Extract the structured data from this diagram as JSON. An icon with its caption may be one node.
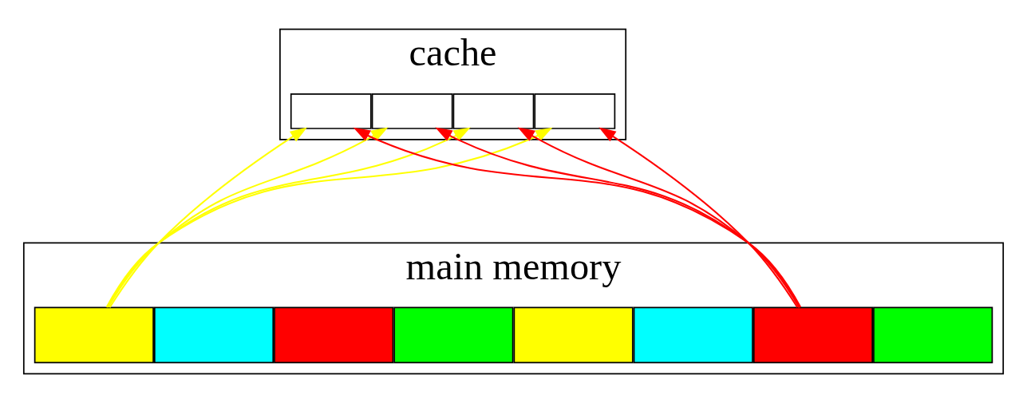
{
  "diagram": {
    "nodes": [
      {
        "text": [
          "cache"
        ]
      },
      {
        "text": [],
        "shape": "box",
        "in": 0
      },
      {
        "text": [],
        "shape": "box",
        "in": 0
      },
      {
        "text": [],
        "shape": "box",
        "in": 0
      },
      {
        "text": [],
        "shape": "box",
        "in": 0
      },
      {
        "text": [
          "main memory"
        ]
      },
      {
        "text": [],
        "shape": "box",
        "in": 5
      },
      {
        "text": [],
        "shape": "box",
        "in": 5
      },
      {
        "text": [],
        "shape": "box",
        "in": 5
      },
      {
        "text": [],
        "shape": "box",
        "in": 5
      },
      {
        "text": [],
        "shape": "box",
        "in": 5
      },
      {
        "text": [],
        "shape": "box",
        "in": 5
      },
      {
        "text": [],
        "shape": "box",
        "in": 5
      },
      {
        "text": [],
        "shape": "box",
        "in": 5
      }
    ],
    "edges": [
      {
        "from": 6,
        "to": 1,
        "arrow": "to",
        "color": "#ffff00"
      },
      {
        "from": 6,
        "to": 2,
        "arrow": "to",
        "color": "#ffff00"
      },
      {
        "from": 6,
        "to": 3,
        "arrow": "to",
        "color": "#ffff00"
      },
      {
        "from": 6,
        "to": 4,
        "arrow": "to",
        "color": "#ffff00"
      },
      {
        "from": 12,
        "to": 1,
        "arrow": "to",
        "color": "#ff0000"
      },
      {
        "from": 12,
        "to": 2,
        "arrow": "to",
        "color": "#ff0000"
      },
      {
        "from": 12,
        "to": 3,
        "arrow": "to",
        "color": "#ff0000"
      },
      {
        "from": 12,
        "to": 4,
        "arrow": "to",
        "color": "#ff0000"
      }
    ]
  }
}
